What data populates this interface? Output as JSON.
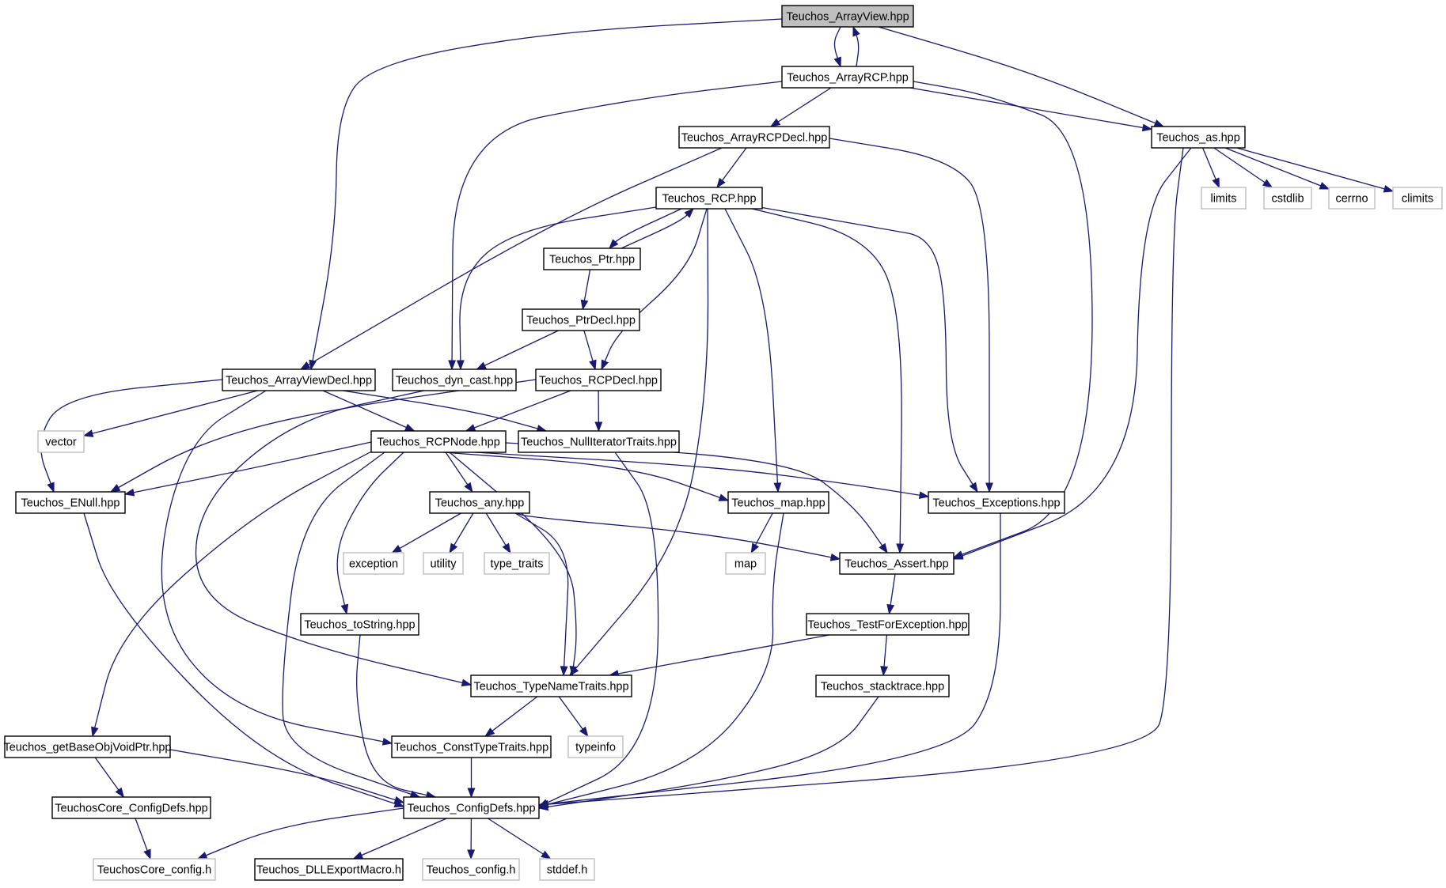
{
  "diagram": {
    "nodes": [
      {
        "id": "n_arrayview",
        "label": "Teuchos_ArrayView.hpp",
        "kind": "root"
      },
      {
        "id": "n_arrayrcp",
        "label": "Teuchos_ArrayRCP.hpp",
        "kind": "internal"
      },
      {
        "id": "n_arrayrcpdecl",
        "label": "Teuchos_ArrayRCPDecl.hpp",
        "kind": "internal"
      },
      {
        "id": "n_as",
        "label": "Teuchos_as.hpp",
        "kind": "internal"
      },
      {
        "id": "n_limits",
        "label": "limits",
        "kind": "external"
      },
      {
        "id": "n_cstdlib",
        "label": "cstdlib",
        "kind": "external"
      },
      {
        "id": "n_cerrno",
        "label": "cerrno",
        "kind": "external"
      },
      {
        "id": "n_climits",
        "label": "climits",
        "kind": "external"
      },
      {
        "id": "n_rcp",
        "label": "Teuchos_RCP.hpp",
        "kind": "internal"
      },
      {
        "id": "n_ptr",
        "label": "Teuchos_Ptr.hpp",
        "kind": "internal"
      },
      {
        "id": "n_ptrdecl",
        "label": "Teuchos_PtrDecl.hpp",
        "kind": "internal"
      },
      {
        "id": "n_arrayviewdecl",
        "label": "Teuchos_ArrayViewDecl.hpp",
        "kind": "internal"
      },
      {
        "id": "n_dyncast",
        "label": "Teuchos_dyn_cast.hpp",
        "kind": "internal"
      },
      {
        "id": "n_rcpdecl",
        "label": "Teuchos_RCPDecl.hpp",
        "kind": "internal"
      },
      {
        "id": "n_vector",
        "label": "vector",
        "kind": "external"
      },
      {
        "id": "n_rcpnode",
        "label": "Teuchos_RCPNode.hpp",
        "kind": "internal"
      },
      {
        "id": "n_nulliter",
        "label": "Teuchos_NullIteratorTraits.hpp",
        "kind": "internal"
      },
      {
        "id": "n_enull",
        "label": "Teuchos_ENull.hpp",
        "kind": "internal"
      },
      {
        "id": "n_any",
        "label": "Teuchos_any.hpp",
        "kind": "internal"
      },
      {
        "id": "n_map_hpp",
        "label": "Teuchos_map.hpp",
        "kind": "internal"
      },
      {
        "id": "n_exceptions",
        "label": "Teuchos_Exceptions.hpp",
        "kind": "internal"
      },
      {
        "id": "n_exception",
        "label": "exception",
        "kind": "external"
      },
      {
        "id": "n_utility",
        "label": "utility",
        "kind": "external"
      },
      {
        "id": "n_typetraits",
        "label": "type_traits",
        "kind": "external"
      },
      {
        "id": "n_map",
        "label": "map",
        "kind": "external"
      },
      {
        "id": "n_assert",
        "label": "Teuchos_Assert.hpp",
        "kind": "internal"
      },
      {
        "id": "n_tostring",
        "label": "Teuchos_toString.hpp",
        "kind": "internal"
      },
      {
        "id": "n_testforexc",
        "label": "Teuchos_TestForException.hpp",
        "kind": "internal"
      },
      {
        "id": "n_typename",
        "label": "Teuchos_TypeNameTraits.hpp",
        "kind": "internal"
      },
      {
        "id": "n_stacktrace",
        "label": "Teuchos_stacktrace.hpp",
        "kind": "internal"
      },
      {
        "id": "n_getbase",
        "label": "Teuchos_getBaseObjVoidPtr.hpp",
        "kind": "internal"
      },
      {
        "id": "n_consttype",
        "label": "Teuchos_ConstTypeTraits.hpp",
        "kind": "internal"
      },
      {
        "id": "n_typeinfo",
        "label": "typeinfo",
        "kind": "external"
      },
      {
        "id": "n_coreconfigdefs",
        "label": "TeuchosCore_ConfigDefs.hpp",
        "kind": "internal"
      },
      {
        "id": "n_configdefs",
        "label": "Teuchos_ConfigDefs.hpp",
        "kind": "internal"
      },
      {
        "id": "n_coreconfigh",
        "label": "TeuchosCore_config.h",
        "kind": "external"
      },
      {
        "id": "n_dllexport",
        "label": "Teuchos_DLLExportMacro.h",
        "kind": "internal"
      },
      {
        "id": "n_configh",
        "label": "Teuchos_config.h",
        "kind": "external"
      },
      {
        "id": "n_stddef",
        "label": "stddef.h",
        "kind": "external"
      }
    ],
    "edges": [
      {
        "from": "n_arrayview",
        "to": "n_arrayrcp"
      },
      {
        "from": "n_arrayrcp",
        "to": "n_arrayview"
      },
      {
        "from": "n_arrayview",
        "to": "n_arrayviewdecl"
      },
      {
        "from": "n_arrayview",
        "to": "n_as"
      },
      {
        "from": "n_arrayrcp",
        "to": "n_arrayrcpdecl"
      },
      {
        "from": "n_arrayrcp",
        "to": "n_as"
      },
      {
        "from": "n_arrayrcp",
        "to": "n_dyncast"
      },
      {
        "from": "n_arrayrcp",
        "to": "n_assert"
      },
      {
        "from": "n_arrayrcpdecl",
        "to": "n_rcp"
      },
      {
        "from": "n_arrayrcpdecl",
        "to": "n_arrayviewdecl"
      },
      {
        "from": "n_arrayrcpdecl",
        "to": "n_exceptions"
      },
      {
        "from": "n_as",
        "to": "n_limits"
      },
      {
        "from": "n_as",
        "to": "n_cstdlib"
      },
      {
        "from": "n_as",
        "to": "n_cerrno"
      },
      {
        "from": "n_as",
        "to": "n_climits"
      },
      {
        "from": "n_as",
        "to": "n_assert"
      },
      {
        "from": "n_as",
        "to": "n_configdefs"
      },
      {
        "from": "n_rcp",
        "to": "n_ptr"
      },
      {
        "from": "n_ptr",
        "to": "n_rcp"
      },
      {
        "from": "n_rcp",
        "to": "n_dyncast"
      },
      {
        "from": "n_rcp",
        "to": "n_rcpdecl"
      },
      {
        "from": "n_rcp",
        "to": "n_typename"
      },
      {
        "from": "n_rcp",
        "to": "n_map_hpp"
      },
      {
        "from": "n_rcp",
        "to": "n_assert"
      },
      {
        "from": "n_rcp",
        "to": "n_exceptions"
      },
      {
        "from": "n_ptr",
        "to": "n_ptrdecl"
      },
      {
        "from": "n_ptrdecl",
        "to": "n_dyncast"
      },
      {
        "from": "n_ptrdecl",
        "to": "n_rcpdecl"
      },
      {
        "from": "n_arrayviewdecl",
        "to": "n_enull"
      },
      {
        "from": "n_arrayviewdecl",
        "to": "n_vector"
      },
      {
        "from": "n_arrayviewdecl",
        "to": "n_rcpnode"
      },
      {
        "from": "n_arrayviewdecl",
        "to": "n_nulliter"
      },
      {
        "from": "n_arrayviewdecl",
        "to": "n_consttype"
      },
      {
        "from": "n_dyncast",
        "to": "n_typename"
      },
      {
        "from": "n_rcpdecl",
        "to": "n_enull"
      },
      {
        "from": "n_rcpdecl",
        "to": "n_rcpnode"
      },
      {
        "from": "n_rcpdecl",
        "to": "n_nulliter"
      },
      {
        "from": "n_rcpnode",
        "to": "n_enull"
      },
      {
        "from": "n_rcpnode",
        "to": "n_any"
      },
      {
        "from": "n_rcpnode",
        "to": "n_map_hpp"
      },
      {
        "from": "n_rcpnode",
        "to": "n_exceptions"
      },
      {
        "from": "n_rcpnode",
        "to": "n_assert"
      },
      {
        "from": "n_rcpnode",
        "to": "n_tostring"
      },
      {
        "from": "n_rcpnode",
        "to": "n_typename"
      },
      {
        "from": "n_rcpnode",
        "to": "n_getbase"
      },
      {
        "from": "n_rcpnode",
        "to": "n_configdefs"
      },
      {
        "from": "n_nulliter",
        "to": "n_configdefs"
      },
      {
        "from": "n_enull",
        "to": "n_configdefs"
      },
      {
        "from": "n_any",
        "to": "n_exception"
      },
      {
        "from": "n_any",
        "to": "n_utility"
      },
      {
        "from": "n_any",
        "to": "n_typetraits"
      },
      {
        "from": "n_any",
        "to": "n_typename"
      },
      {
        "from": "n_any",
        "to": "n_assert"
      },
      {
        "from": "n_map_hpp",
        "to": "n_map"
      },
      {
        "from": "n_map_hpp",
        "to": "n_configdefs"
      },
      {
        "from": "n_exceptions",
        "to": "n_configdefs"
      },
      {
        "from": "n_assert",
        "to": "n_testforexc"
      },
      {
        "from": "n_testforexc",
        "to": "n_typename"
      },
      {
        "from": "n_testforexc",
        "to": "n_stacktrace"
      },
      {
        "from": "n_stacktrace",
        "to": "n_configdefs"
      },
      {
        "from": "n_tostring",
        "to": "n_configdefs"
      },
      {
        "from": "n_typename",
        "to": "n_consttype"
      },
      {
        "from": "n_typename",
        "to": "n_typeinfo"
      },
      {
        "from": "n_consttype",
        "to": "n_configdefs"
      },
      {
        "from": "n_getbase",
        "to": "n_coreconfigdefs"
      },
      {
        "from": "n_getbase",
        "to": "n_configdefs"
      },
      {
        "from": "n_coreconfigdefs",
        "to": "n_coreconfigh"
      },
      {
        "from": "n_configdefs",
        "to": "n_coreconfigh"
      },
      {
        "from": "n_configdefs",
        "to": "n_dllexport"
      },
      {
        "from": "n_configdefs",
        "to": "n_configh"
      },
      {
        "from": "n_configdefs",
        "to": "n_stddef"
      }
    ]
  }
}
